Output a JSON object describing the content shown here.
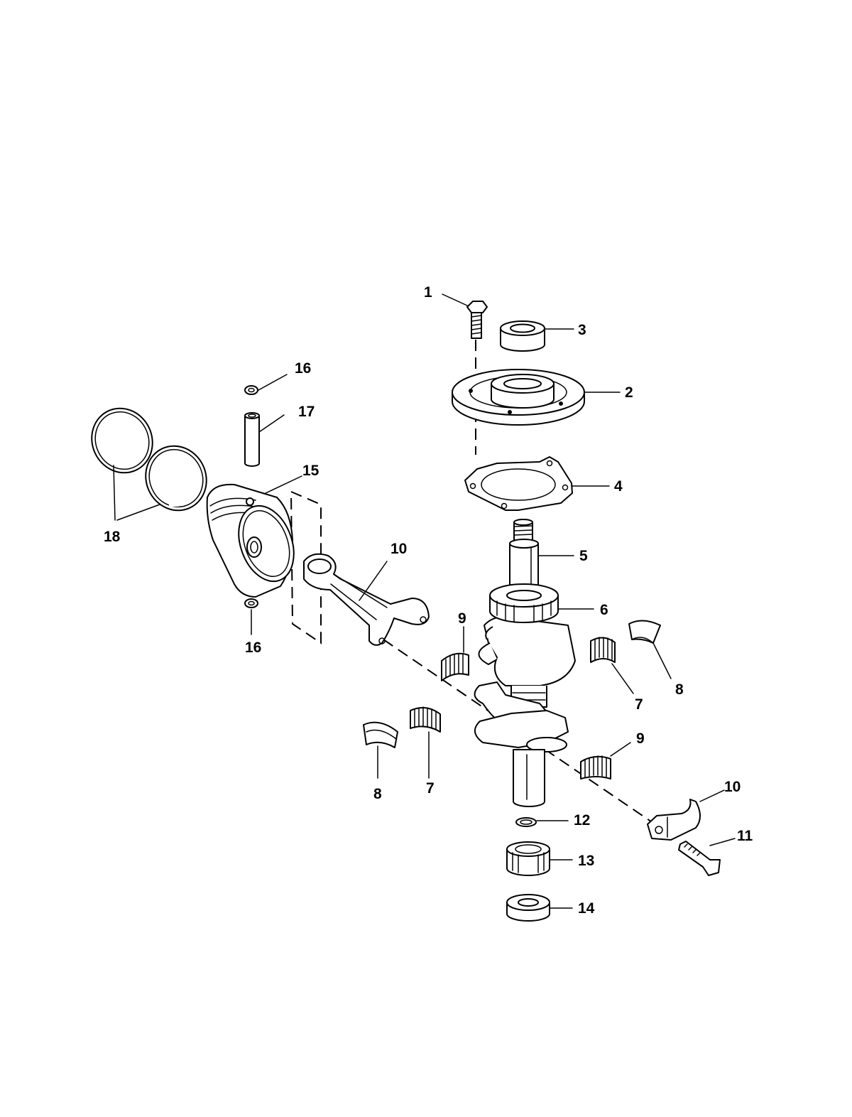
{
  "labels": {
    "l1": "1",
    "l2": "2",
    "l3": "3",
    "l4": "4",
    "l5": "5",
    "l6": "6",
    "l7a": "7",
    "l7b": "7",
    "l8a": "8",
    "l8b": "8",
    "l9a": "9",
    "l9b": "9",
    "l10a": "10",
    "l10b": "10",
    "l11": "11",
    "l12": "12",
    "l13": "13",
    "l14": "14",
    "l15": "15",
    "l16a": "16",
    "l16b": "16",
    "l17": "17",
    "l18": "18"
  }
}
